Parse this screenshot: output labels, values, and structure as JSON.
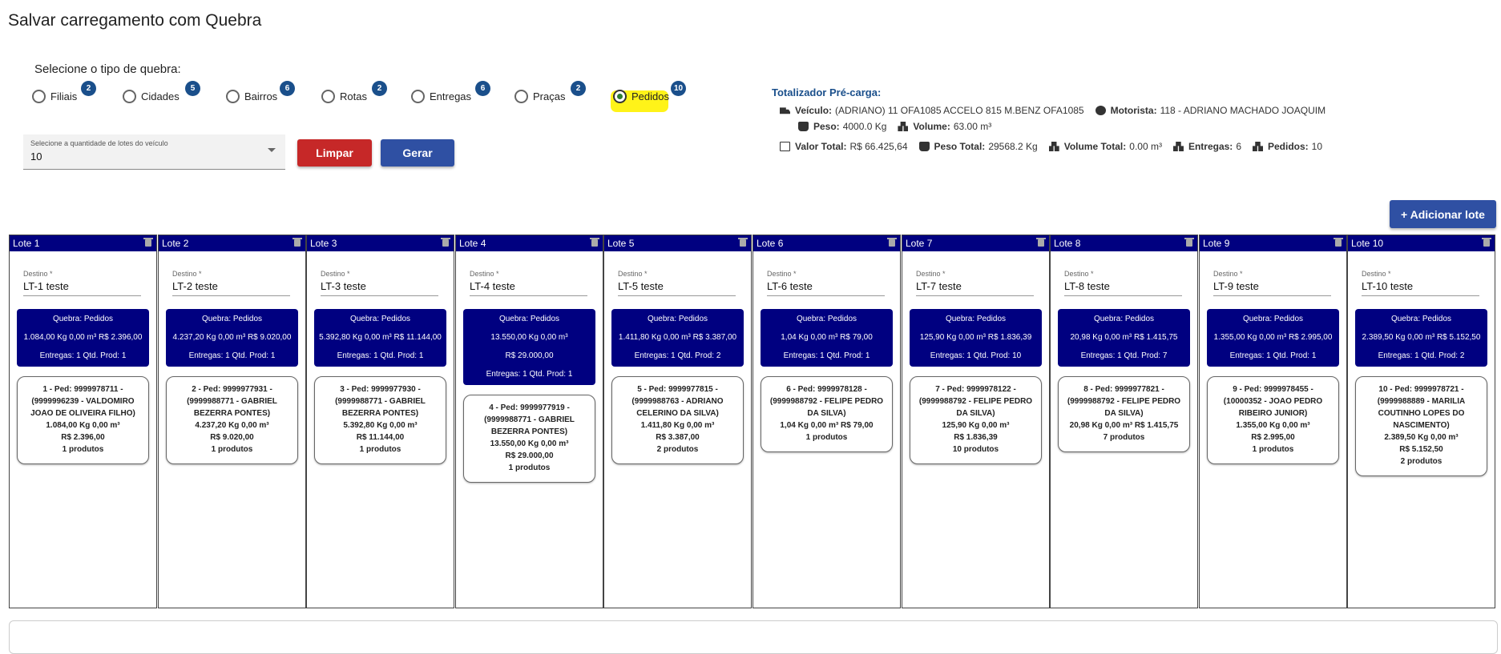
{
  "page": {
    "title": "Salvar carregamento com Quebra"
  },
  "quebra": {
    "label": "Selecione o tipo de quebra:",
    "options": [
      {
        "label": "Filiais",
        "count": "2"
      },
      {
        "label": "Cidades",
        "count": "5"
      },
      {
        "label": "Bairros",
        "count": "6"
      },
      {
        "label": "Rotas",
        "count": "2"
      },
      {
        "label": "Entregas",
        "count": "6"
      },
      {
        "label": "Praças",
        "count": "2"
      },
      {
        "label": "Pedidos",
        "count": "10"
      }
    ],
    "selected": "Pedidos"
  },
  "lotes_select": {
    "label": "Selecione a quantidade de lotes do veículo",
    "value": "10"
  },
  "buttons": {
    "limpar": "Limpar",
    "gerar": "Gerar",
    "add_lote": "+ Adicionar lote"
  },
  "totalizador": {
    "title": "Totalizador Pré-carga:",
    "veiculo_label": "Veículo:",
    "veiculo": "(ADRIANO) 11 OFA1085 ACCELO 815 M.BENZ OFA1085",
    "motorista_label": "Motorista:",
    "motorista": "118 - ADRIANO MACHADO JOAQUIM",
    "peso_label": "Peso:",
    "peso": "4000.0 Kg",
    "volume_label": "Volume:",
    "volume": "63.00 m³",
    "valor_total_label": "Valor Total:",
    "valor_total": "R$ 66.425,64",
    "peso_total_label": "Peso Total:",
    "peso_total": "29568.2 Kg",
    "volume_total_label": "Volume Total:",
    "volume_total": "0.00 m³",
    "entregas_label": "Entregas:",
    "entregas": "6",
    "pedidos_label": "Pedidos:",
    "pedidos": "10"
  },
  "lotes": [
    {
      "title": "Lote 1",
      "dest_label": "Destino *",
      "dest": "LT-1 teste",
      "quebra": "Quebra: Pedidos",
      "totals": [
        "1.084,00 Kg  0,00 m³  R$ 2.396,00"
      ],
      "entregas": "Entregas: 1  Qtd. Prod: 1",
      "order": [
        "1 - Ped: 9999978711 -",
        "(9999996239 - VALDOMIRO",
        "JOAO DE OLIVEIRA FILHO)",
        "1.084,00 Kg  0,00 m³",
        "R$ 2.396,00",
        "1 produtos"
      ]
    },
    {
      "title": "Lote 2",
      "dest_label": "Destino *",
      "dest": "LT-2 teste",
      "quebra": "Quebra: Pedidos",
      "totals": [
        "4.237,20 Kg  0,00 m³  R$ 9.020,00"
      ],
      "entregas": "Entregas: 1  Qtd. Prod: 1",
      "order": [
        "2 - Ped: 9999977931 -",
        "(9999988771 - GABRIEL",
        "BEZERRA PONTES)",
        "4.237,20 Kg  0,00 m³",
        "R$ 9.020,00",
        "1 produtos"
      ]
    },
    {
      "title": "Lote 3",
      "dest_label": "Destino *",
      "dest": "LT-3 teste",
      "quebra": "Quebra: Pedidos",
      "totals": [
        "5.392,80 Kg  0,00 m³  R$ 11.144,00"
      ],
      "entregas": "Entregas: 1  Qtd. Prod: 1",
      "order": [
        "3 - Ped: 9999977930 -",
        "(9999988771 - GABRIEL",
        "BEZERRA PONTES)",
        "5.392,80 Kg  0,00 m³",
        "R$ 11.144,00",
        "1 produtos"
      ]
    },
    {
      "title": "Lote 4",
      "dest_label": "Destino *",
      "dest": "LT-4 teste",
      "quebra": "Quebra: Pedidos",
      "totals": [
        "13.550,00 Kg  0,00 m³",
        "R$ 29.000,00"
      ],
      "entregas": "Entregas: 1  Qtd. Prod: 1",
      "order": [
        "4 - Ped: 9999977919 -",
        "(9999988771 - GABRIEL",
        "BEZERRA PONTES)",
        "13.550,00 Kg  0,00 m³",
        "R$ 29.000,00",
        "1 produtos"
      ]
    },
    {
      "title": "Lote 5",
      "dest_label": "Destino *",
      "dest": "LT-5 teste",
      "quebra": "Quebra: Pedidos",
      "totals": [
        "1.411,80 Kg  0,00 m³  R$ 3.387,00"
      ],
      "entregas": "Entregas: 1  Qtd. Prod: 2",
      "order": [
        "5 - Ped: 9999977815 -",
        "(9999988763 - ADRIANO",
        "CELERINO DA SILVA)",
        "1.411,80 Kg  0,00 m³",
        "R$ 3.387,00",
        "2 produtos"
      ]
    },
    {
      "title": "Lote 6",
      "dest_label": "Destino *",
      "dest": "LT-6 teste",
      "quebra": "Quebra: Pedidos",
      "totals": [
        "1,04 Kg  0,00 m³  R$ 79,00"
      ],
      "entregas": "Entregas: 1  Qtd. Prod: 1",
      "order": [
        "6 - Ped: 9999978128 -",
        "(9999988792 - FELIPE PEDRO",
        "DA SILVA)",
        "1,04 Kg  0,00 m³  R$ 79,00",
        "1 produtos"
      ]
    },
    {
      "title": "Lote 7",
      "dest_label": "Destino *",
      "dest": "LT-7 teste",
      "quebra": "Quebra: Pedidos",
      "totals": [
        "125,90 Kg  0,00 m³  R$ 1.836,39"
      ],
      "entregas": "Entregas: 1  Qtd. Prod: 10",
      "order": [
        "7 - Ped: 9999978122 -",
        "(9999988792 - FELIPE PEDRO",
        "DA SILVA)",
        "125,90 Kg  0,00 m³",
        "R$ 1.836,39",
        "10 produtos"
      ]
    },
    {
      "title": "Lote 8",
      "dest_label": "Destino *",
      "dest": "LT-8 teste",
      "quebra": "Quebra: Pedidos",
      "totals": [
        "20,98 Kg  0,00 m³  R$ 1.415,75"
      ],
      "entregas": "Entregas: 1  Qtd. Prod: 7",
      "order": [
        "8 - Ped: 9999977821 -",
        "(9999988792 - FELIPE PEDRO",
        "DA SILVA)",
        "20,98 Kg  0,00 m³  R$ 1.415,75",
        "7 produtos"
      ]
    },
    {
      "title": "Lote 9",
      "dest_label": "Destino *",
      "dest": "LT-9 teste",
      "quebra": "Quebra: Pedidos",
      "totals": [
        "1.355,00 Kg  0,00 m³  R$ 2.995,00"
      ],
      "entregas": "Entregas: 1  Qtd. Prod: 1",
      "order": [
        "9 - Ped: 9999978455 -",
        "(10000352 - JOAO PEDRO",
        "RIBEIRO JUNIOR)",
        "1.355,00 Kg  0,00 m³",
        "R$ 2.995,00",
        "1 produtos"
      ]
    },
    {
      "title": "Lote 10",
      "dest_label": "Destino *",
      "dest": "LT-10 teste",
      "quebra": "Quebra: Pedidos",
      "totals": [
        "2.389,50 Kg  0,00 m³  R$ 5.152,50"
      ],
      "entregas": "Entregas: 1  Qtd. Prod: 2",
      "order": [
        "10 - Ped: 9999978721 -",
        "(9999988889 - MARILIA",
        "COUTINHO LOPES DO",
        "NASCIMENTO)",
        "2.389,50 Kg  0,00 m³",
        "R$ 5.152,50",
        "2 produtos"
      ]
    }
  ]
}
